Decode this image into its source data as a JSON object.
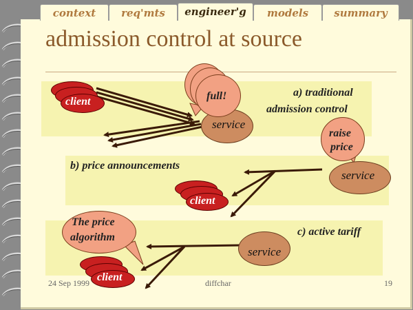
{
  "tabs": [
    {
      "label": "context",
      "active": false
    },
    {
      "label": "req'mts",
      "active": false
    },
    {
      "label": "engineer'g",
      "active": true
    },
    {
      "label": "models",
      "active": false
    },
    {
      "label": "summary",
      "active": false
    }
  ],
  "title": "admission control at source",
  "section_a": {
    "label_line1": "a) traditional",
    "label_line2": "admission control",
    "client": "client",
    "service": "service",
    "balloon": "full!",
    "raise_line1": "raise",
    "raise_line2": "price"
  },
  "section_b": {
    "label": "b) price announcements",
    "client": "client",
    "service": "service"
  },
  "section_c": {
    "label": "c) active tariff",
    "client": "client",
    "service": "service",
    "balloon_line1": "The price",
    "balloon_line2": "algorithm"
  },
  "footer": {
    "date": "24 Sep 1999",
    "name": "diffchar",
    "page": "19"
  },
  "colors": {
    "page": "#fffbdc",
    "band": "#f6f3b0",
    "client": "#c82020",
    "service": "#cd8c60",
    "balloon": "#f2a183",
    "title": "#8b5a2b",
    "tab_text": "#b07a3f"
  }
}
